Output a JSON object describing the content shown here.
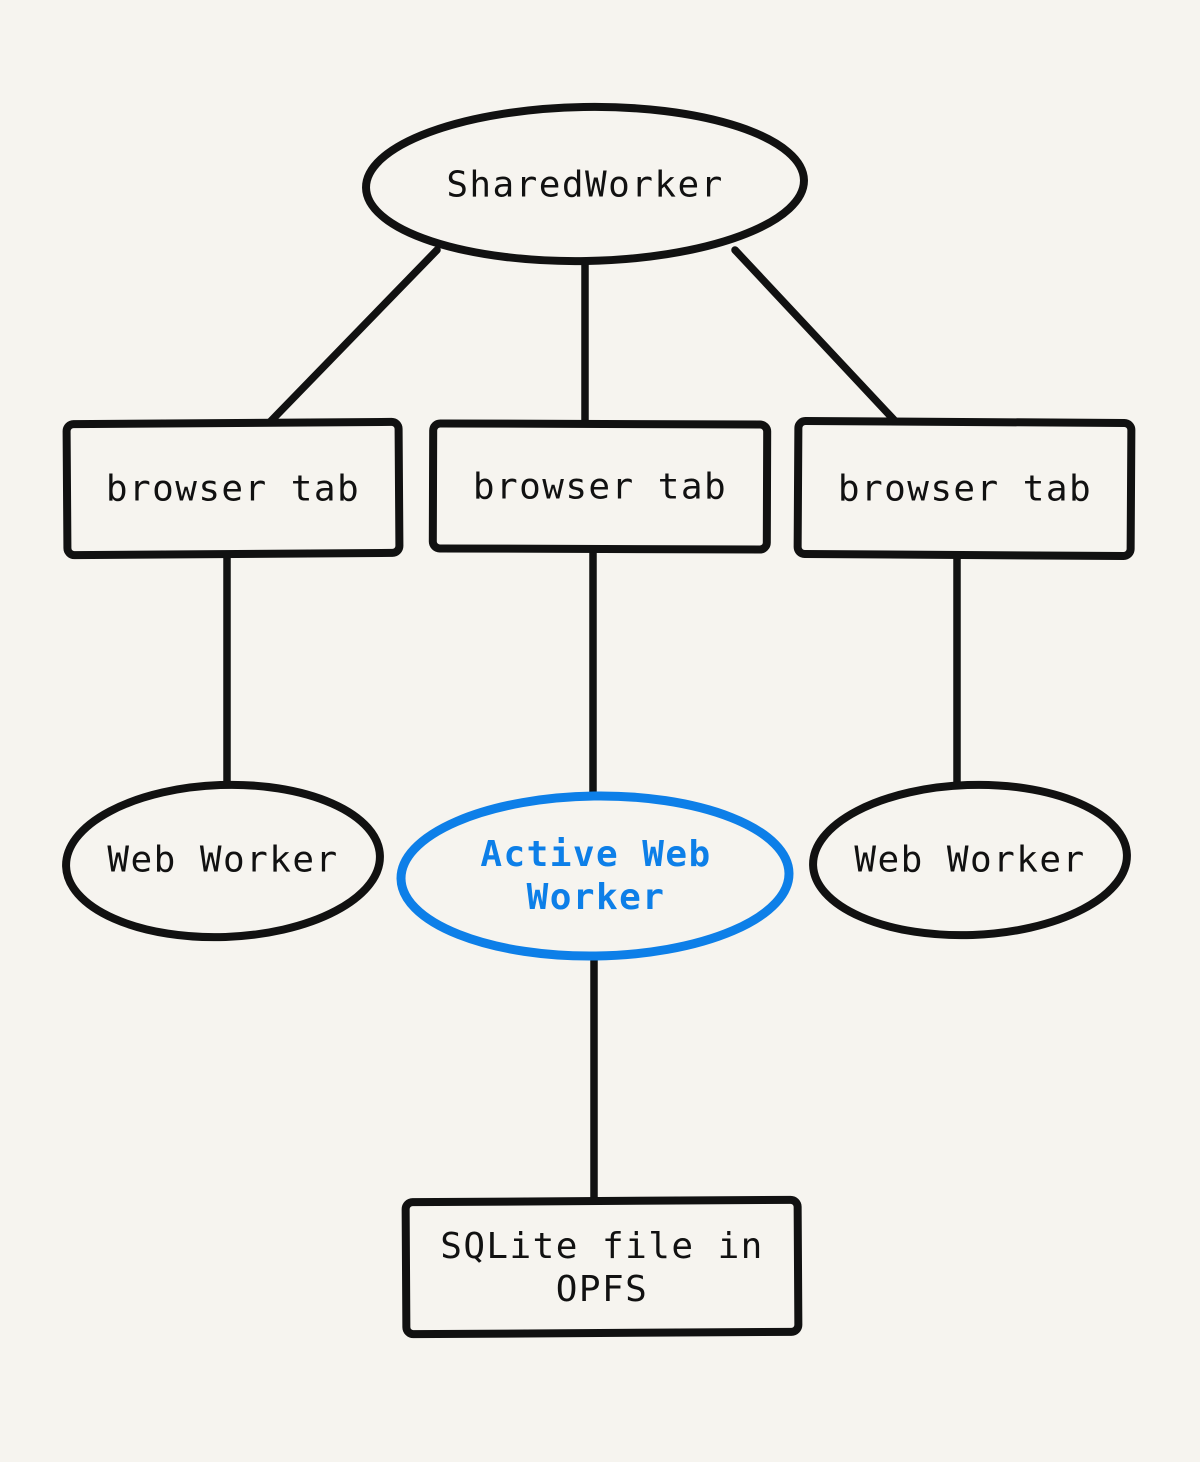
{
  "palette": {
    "background": "#f6f4ef",
    "ink": "#111111",
    "accent_blue": "#0d7fe8"
  },
  "diagram": {
    "shared_worker": {
      "label": "SharedWorker"
    },
    "browser_tabs": {
      "left": {
        "label": "browser tab"
      },
      "center": {
        "label": "browser tab"
      },
      "right": {
        "label": "browser tab"
      }
    },
    "workers": {
      "left": {
        "label": "Web Worker"
      },
      "center": {
        "label": "Active Web Worker",
        "highlighted": true,
        "highlight_color": "#0d7fe8"
      },
      "right": {
        "label": "Web Worker"
      }
    },
    "storage": {
      "label": "SQLite file in OPFS"
    }
  }
}
